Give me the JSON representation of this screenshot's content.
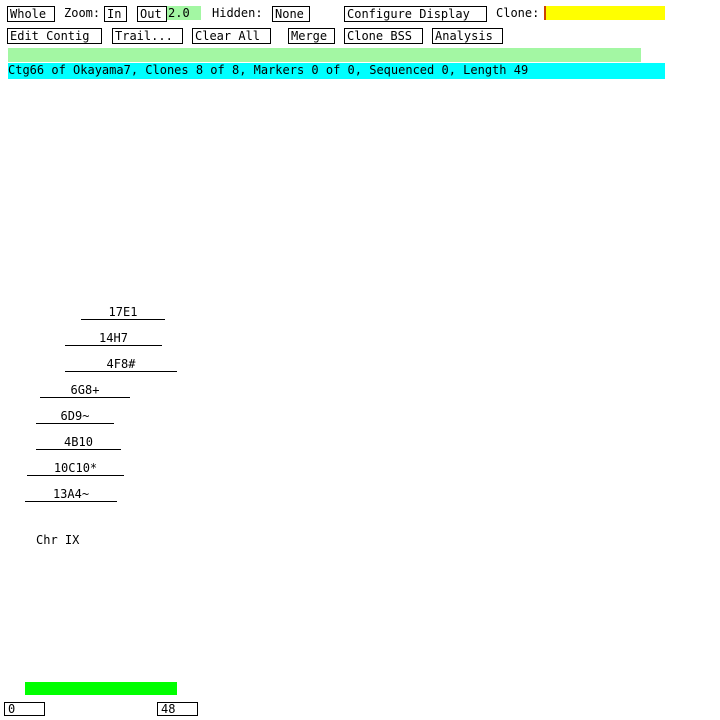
{
  "toolbar": {
    "whole_label": "Whole",
    "zoom_label": "Zoom:",
    "zoom_in_label": "In",
    "zoom_out_label": "Out",
    "zoom_value": "2.0",
    "hidden_label": "Hidden:",
    "hidden_value": "None",
    "configure_label": "Configure Display",
    "clone_label": "Clone:",
    "clone_value": "",
    "edit_contig_label": "Edit Contig",
    "trail_label": "Trail...",
    "clear_all_label": "Clear All",
    "merge_label": "Merge",
    "clone_bss_label": "Clone BSS",
    "analysis_label": "Analysis"
  },
  "status": {
    "text": "Ctg66 of Okayama7, Clones 8 of 8, Markers 0 of 0, Sequenced 0, Length 49"
  },
  "clones": [
    {
      "name": "17E1"
    },
    {
      "name": "14H7"
    },
    {
      "name": "4F8#"
    },
    {
      "name": "6G8+"
    },
    {
      "name": "6D9~"
    },
    {
      "name": "4B10"
    },
    {
      "name": "10C10*"
    },
    {
      "name": "13A4~"
    }
  ],
  "chromosome_label": "Chr IX",
  "scale": {
    "start": "0",
    "end": "48"
  },
  "colors": {
    "zoom_value_bg": "#a3f7a3",
    "message_bar_bg": "#a3f7a3",
    "status_bar_bg": "#00ffff",
    "clone_input_bg": "#ffff00",
    "track_bg": "#00ff00"
  }
}
